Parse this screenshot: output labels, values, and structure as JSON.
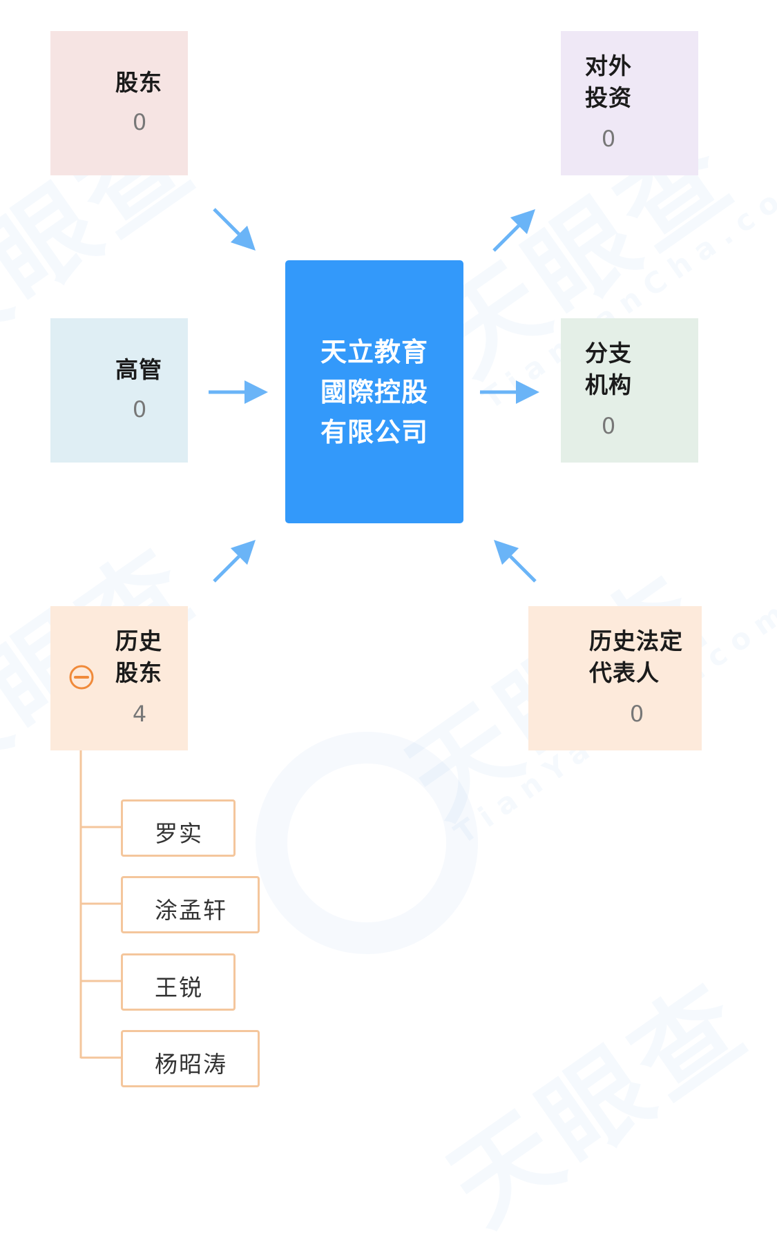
{
  "center": {
    "label": "天立教育國際控股有限公司"
  },
  "nodes": {
    "shareholders": {
      "label": "股东",
      "count": "0",
      "color": "#f6e4e3"
    },
    "investments": {
      "label": "对外投资",
      "count": "0",
      "color": "#efe8f6"
    },
    "executives": {
      "label": "高管",
      "count": "0",
      "color": "#dfeef4"
    },
    "branches": {
      "label": "分支机构",
      "count": "0",
      "color": "#e4efe7"
    },
    "history_shareholders": {
      "label": "历史股东",
      "count": "4",
      "color": "#fdeadb"
    },
    "history_legal_rep": {
      "label": "历史法定代表人",
      "count": "0",
      "color": "#fdeadb"
    }
  },
  "history_shareholder_list": [
    "罗实",
    "涂孟轩",
    "王锐",
    "杨昭涛"
  ],
  "colors": {
    "center": "#3399fa",
    "arrow": "#6ab4f7",
    "tree_line": "#f4c69c",
    "collapse_icon": "#f08a3a"
  },
  "icons": {
    "collapse": "minus-circle-icon"
  }
}
